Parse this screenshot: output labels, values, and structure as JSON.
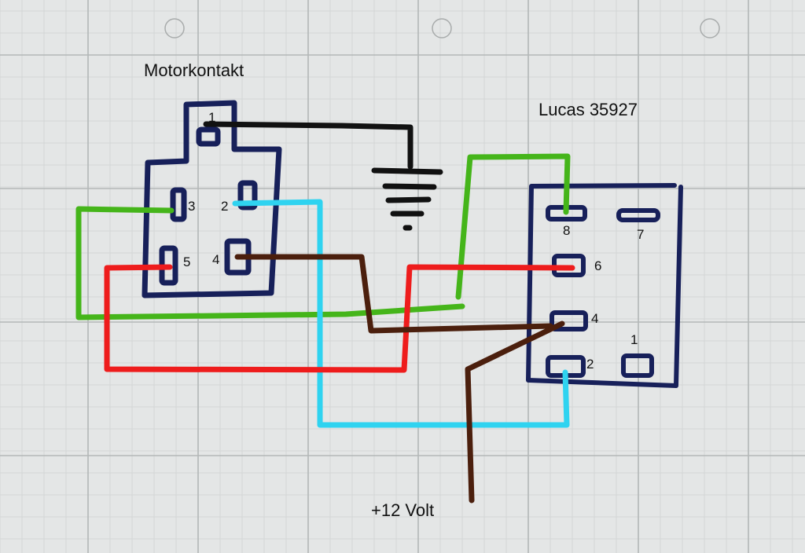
{
  "labels": {
    "motor_contact": "Motorkontakt",
    "relay": "Lucas 35927",
    "supply": "+12 Volt"
  },
  "motor_pins": {
    "p1": "1",
    "p2": "2",
    "p3": "3",
    "p4": "4",
    "p5": "5"
  },
  "relay_pins": {
    "p1": "1",
    "p2": "2",
    "p4": "4",
    "p6": "6",
    "p7": "7",
    "p8": "8"
  },
  "colors": {
    "paper": "#e4e6e6",
    "grid_minor": "#d3d6d6",
    "grid_major": "#b3b7b7",
    "outline": "#17205a",
    "black": "#111111",
    "green": "#45b51a",
    "cyan": "#2fd3f0",
    "red": "#ee1c1c",
    "brown": "#4b1f0d"
  }
}
